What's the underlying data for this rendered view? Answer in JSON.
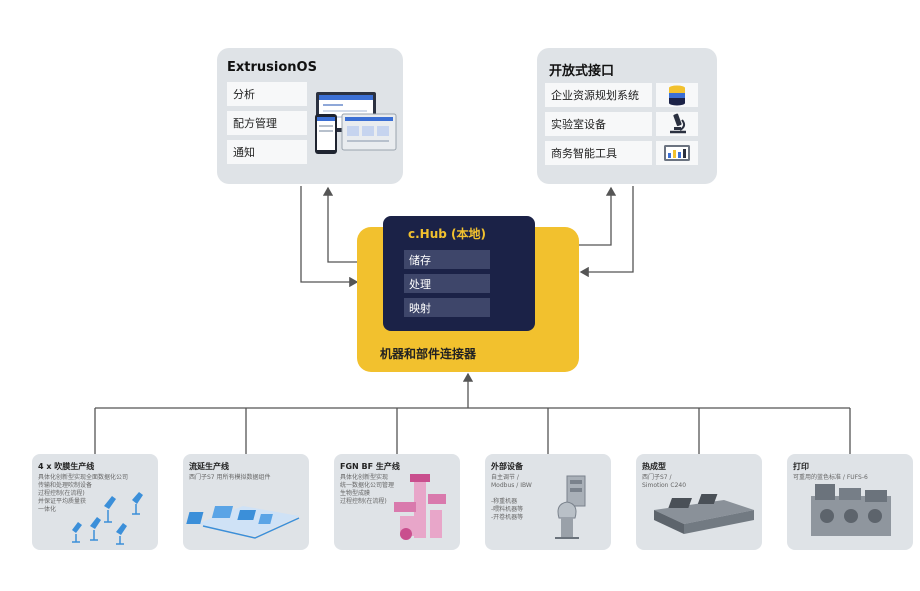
{
  "extrusion_os": {
    "title": "ExtrusionOS",
    "items": [
      "分析",
      "配方管理",
      "通知"
    ]
  },
  "open_interface": {
    "title": "开放式接口",
    "items": [
      "企业资源规划系统",
      "实验室设备",
      "商务智能工具"
    ]
  },
  "hub": {
    "title": "c.Hub (本地)",
    "items": [
      "储存",
      "处理",
      "映射"
    ],
    "label": "机器和部件连接器"
  },
  "production_lines": [
    {
      "title": "4 x 吹膜生产线",
      "desc": "具体化创新型实现全面数据化公司\n传输和处理吹制设备\n过程控制(在流程)\n并保证平均质量获\n一体化",
      "icon": "blow-film-icon"
    },
    {
      "title": "流延生产线",
      "desc": "西门子S7 用所有模拟数据组件",
      "icon": "cast-line-icon"
    },
    {
      "title": "FGN BF 生产线",
      "desc": "具体化创新型实现\n统一数据化公司管理\n生物型成膜\n过程控制(在流程)",
      "icon": "fgn-line-icon"
    },
    {
      "title": "外部设备",
      "desc": "自主调节 /\nModbus / IBW\n\n-称重机器\n-喂料机器等\n-开卷机器等",
      "icon": "peripheral-icon"
    },
    {
      "title": "热成型",
      "desc": "西门子S7 /\nSimotion C240",
      "icon": "thermoforming-icon"
    },
    {
      "title": "打印",
      "desc": "可重用的蓝色标准 / FUFS-6",
      "icon": "printing-icon"
    }
  ],
  "colors": {
    "card_bg": "#dfe3e7",
    "hub_yellow": "#f2c12e",
    "hub_navy": "#1b2247",
    "hub_row": "#3e466a",
    "line": "#555555"
  }
}
